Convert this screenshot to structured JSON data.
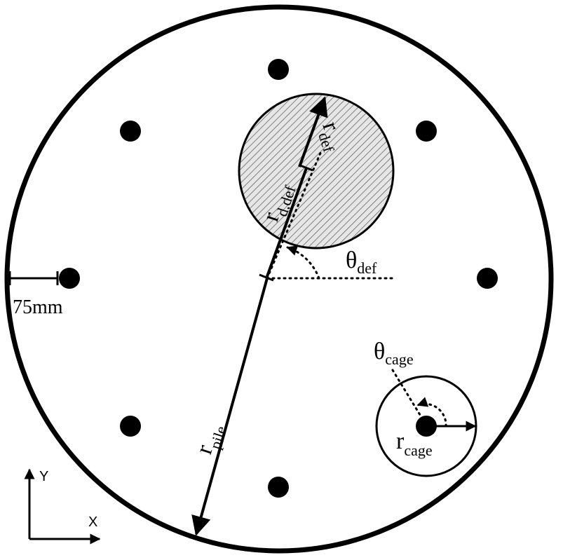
{
  "labels": {
    "scale": "75mm",
    "theta_def": {
      "base": "θ",
      "sub": "def"
    },
    "theta_cage": {
      "base": "θ",
      "sub": "cage"
    },
    "r_def": {
      "base": "r",
      "sub": "def"
    },
    "r_d_def": {
      "base": "r",
      "sub": "d,def"
    },
    "r_pile": {
      "base": "r",
      "sub": "pile"
    },
    "r_cage": {
      "base": "r",
      "sub": "cage"
    },
    "axis_y": "Y",
    "axis_x": "X"
  },
  "colors": {
    "ink": "#000000",
    "hatch_fill": "#e6e6e6",
    "background": "#ffffff"
  },
  "elements": {
    "reinforcement_bar_count": 8,
    "defect_fill_pattern": "diagonal-hatch"
  }
}
